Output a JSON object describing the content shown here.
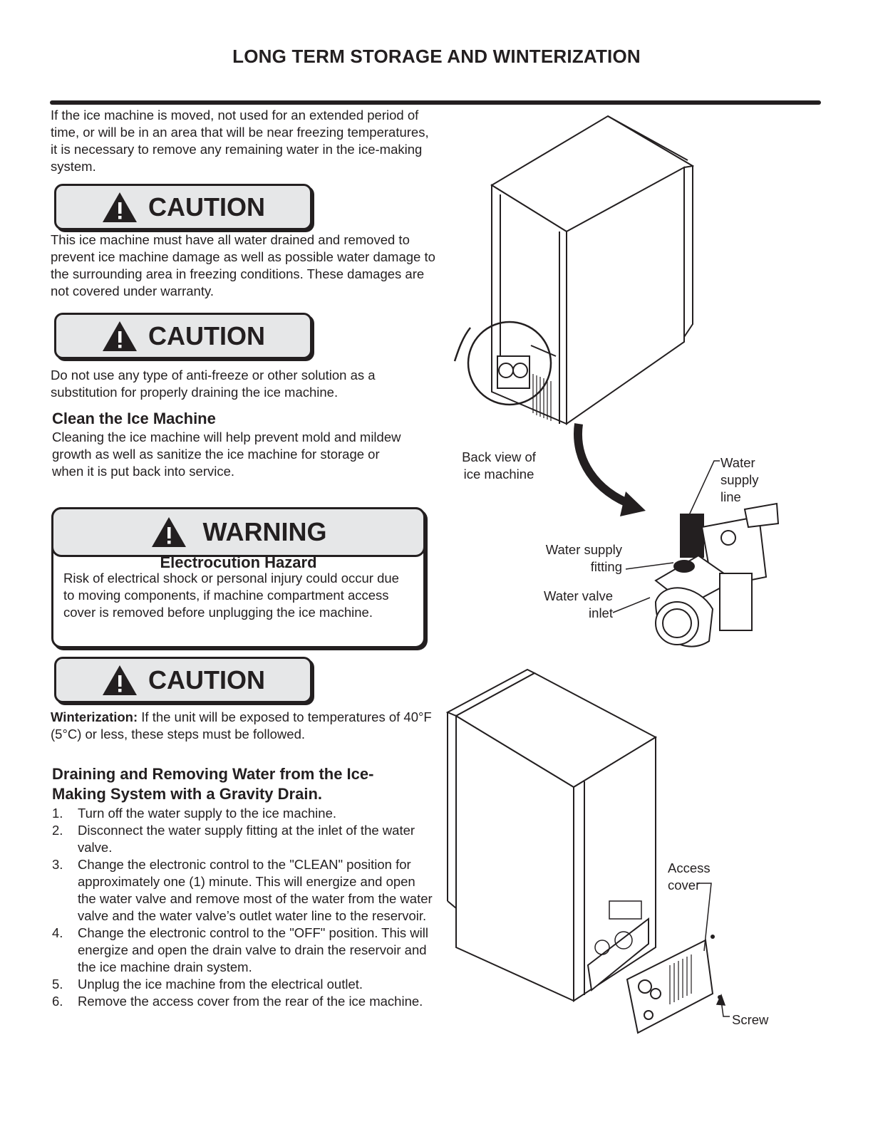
{
  "title": "LONG TERM STORAGE AND WINTERIZATION",
  "intro": "If the ice machine is moved, not used for an extended period of time, or will be in an area that will be near freezing temperatures, it is necessary to remove any remaining water in the ice-making system.",
  "caution_label": "CAUTION",
  "warning_label": "WARNING",
  "caution1_text": "This ice machine must have all water drained and removed to prevent ice machine damage as well as possible water damage to the surrounding area in freezing conditions. These damages are not covered under warranty.",
  "caution2_text": "Do not use any type of anti-freeze or other solution as a substitution for properly draining the ice machine.",
  "clean": {
    "heading": "Clean the Ice Machine",
    "text": "Cleaning the ice machine will help prevent mold and mildew growth as well as sanitize the ice machine for storage or when it is put back into service."
  },
  "warning": {
    "subheading": "Electrocution Hazard",
    "text": "Risk of electrical shock or personal injury could occur due to moving components, if machine compartment access cover is removed before unplugging the ice machine."
  },
  "winterization": {
    "label": "Winterization:",
    "text": " If the unit will be exposed to temperatures of 40°F (5°C) or less, these steps must be followed."
  },
  "draining": {
    "heading_line1": "Draining and Removing Water from the Ice-",
    "heading_line2": "Making System with a Gravity Drain.",
    "steps": [
      {
        "num": "1.",
        "text": "Turn off the water supply to the ice machine."
      },
      {
        "num": "2.",
        "text": "Disconnect the water supply fitting at the inlet of the water valve."
      },
      {
        "num": "3.",
        "text": "Change the electronic control to the \"CLEAN\" position for approximately one (1) minute. This will energize and open the water valve and remove most of the water from the water valve and the water valve’s outlet water line to the reservoir."
      },
      {
        "num": "4.",
        "text": "Change the electronic control to the \"OFF\" position. This will energize and open the drain valve to drain the reservoir and the ice machine drain system."
      },
      {
        "num": "5.",
        "text": "Unplug the ice machine from the electrical outlet."
      },
      {
        "num": "6.",
        "text": "Remove the access cover from the rear of the ice machine."
      }
    ]
  },
  "figure_labels": {
    "back_view_1": "Back view of",
    "back_view_2": "ice machine",
    "water_supply_line_1": "Water",
    "water_supply_line_2": "supply",
    "water_supply_line_3": "line",
    "water_supply_fitting_1": "Water supply",
    "water_supply_fitting_2": "fitting",
    "water_valve_inlet_1": "Water valve",
    "water_valve_inlet_2": "inlet",
    "access_cover_1": "Access",
    "access_cover_2": "cover",
    "screw": "Screw"
  },
  "icons": {
    "caution": "warning-triangle-icon"
  }
}
